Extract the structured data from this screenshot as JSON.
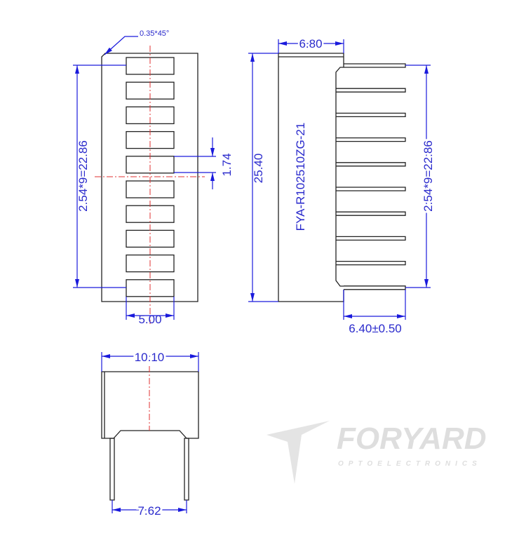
{
  "watermark": {
    "brand": "FORYARD",
    "sub": "OPTOELECTRONICS"
  },
  "front_view": {
    "chamfer_label": "0.35*45°",
    "pitch_label": "2.54*9=22.86",
    "segment_height_label": "1.74",
    "segment_width_label": "5.00",
    "segment_count": 10
  },
  "side_view": {
    "part_number": "FYA-R102510ZG-21",
    "depth_label": "6.80",
    "height_label": "25.40",
    "pin_pitch_label": "2.54*9=22.86",
    "pin_length_label": "6.40±0.50",
    "pin_count": 10
  },
  "bottom_view": {
    "width_label": "10.10",
    "pin_spacing_label": "7.62"
  }
}
